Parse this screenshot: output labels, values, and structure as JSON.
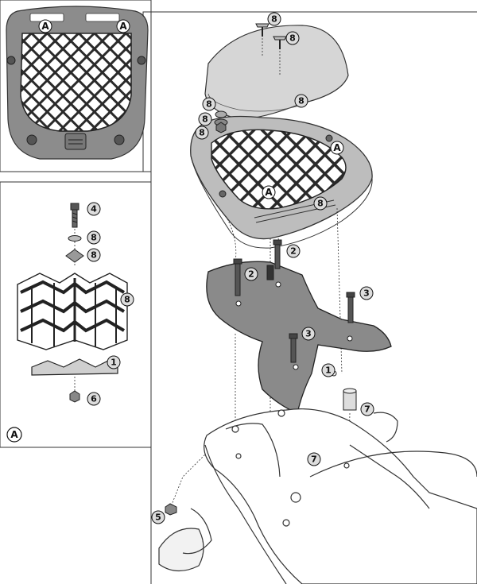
{
  "callouts": {
    "c4": "4",
    "c8": "8",
    "c2": "2",
    "c3": "3",
    "c1": "1",
    "c6": "6",
    "c7": "7",
    "c5": "5"
  },
  "markers": {
    "a": "A"
  }
}
